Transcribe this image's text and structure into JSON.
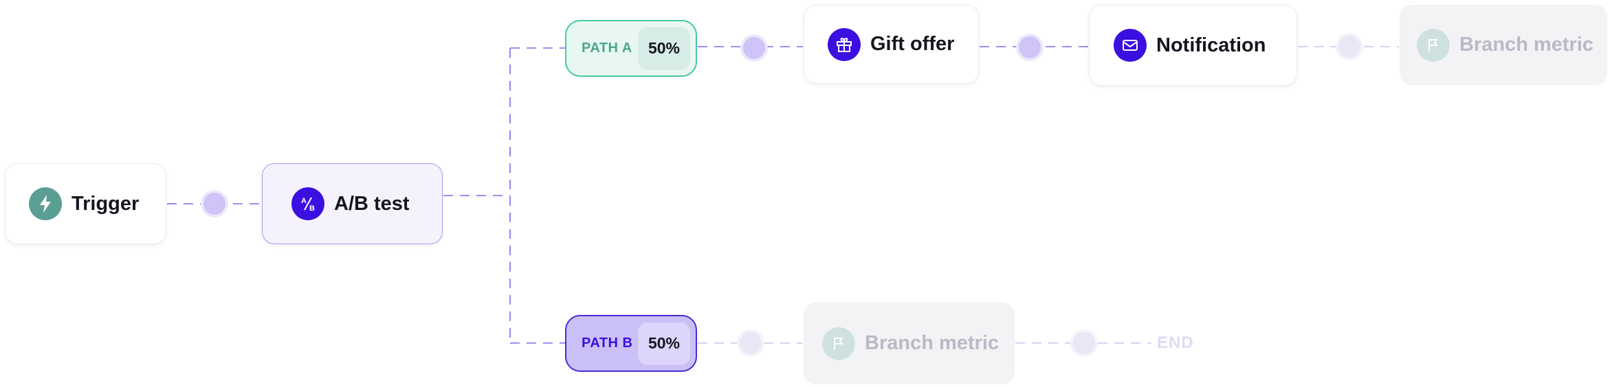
{
  "flow": {
    "trigger": {
      "label": "Trigger",
      "icon": "lightning-icon",
      "color": "#5a9e94"
    },
    "ab_test": {
      "label": "A/B test",
      "icon": "ab-split-icon",
      "color": "#3b0fe0"
    },
    "path_a": {
      "label": "PATH A",
      "percent": "50%",
      "color": "#4ba590"
    },
    "path_b": {
      "label": "PATH B",
      "percent": "50%",
      "color": "#3b0fe0"
    },
    "gift_offer": {
      "label": "Gift offer",
      "icon": "gift-icon",
      "color": "#3b0fe0"
    },
    "notification": {
      "label": "Notification",
      "icon": "envelope-icon",
      "color": "#3b0fe0"
    },
    "branch_metric_a": {
      "label": "Branch metric",
      "icon": "flag-icon",
      "disabled": true
    },
    "branch_metric_b": {
      "label": "Branch metric",
      "icon": "flag-icon",
      "disabled": true
    },
    "end_label": "END"
  },
  "colors": {
    "connector_line": "#7b68e8",
    "connector_dot": "#cfc3f7",
    "connector_dot_faded": "#e9e7f5",
    "accent": "#3b0fe0"
  }
}
